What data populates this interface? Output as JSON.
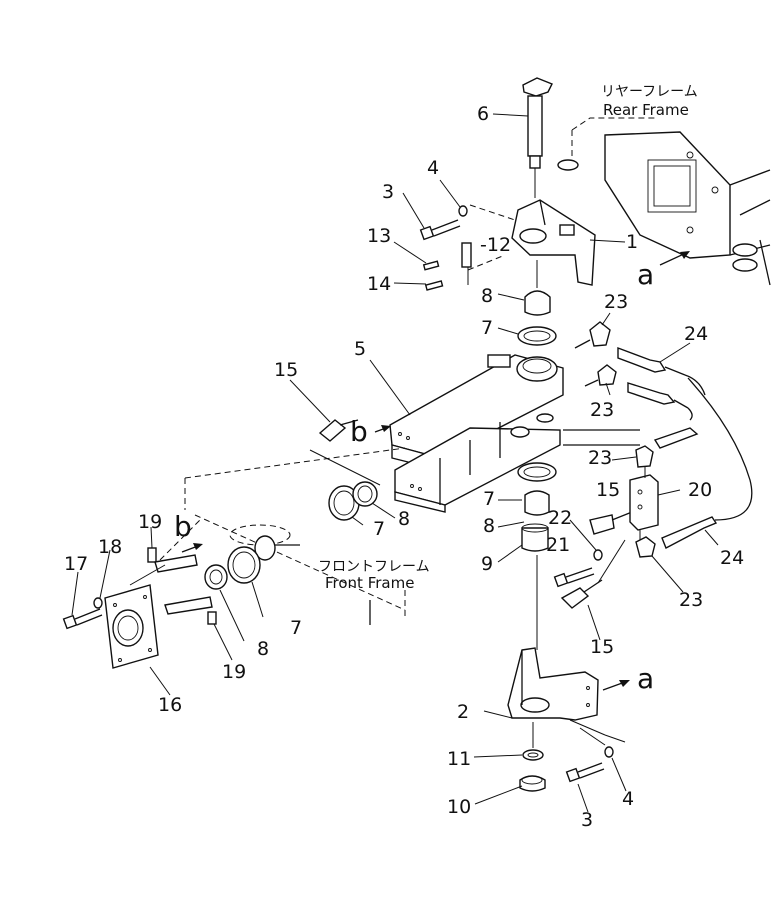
{
  "frames": {
    "rear_jp": "リヤーフレーム",
    "rear_en": "Rear Frame",
    "front_jp": "フロントフレーム",
    "front_en": "Front Frame"
  },
  "refs": {
    "a": "a",
    "b": "b"
  },
  "parts": {
    "p1": "1",
    "p2": "2",
    "p3_top": "3",
    "p3_bottom": "3",
    "p4_top": "4",
    "p4_bottom": "4",
    "p5": "5",
    "p6": "6",
    "p7_upper": "7",
    "p7_mid": "7",
    "p7_left": "7",
    "p7_lower": "7",
    "p8_upper": "8",
    "p8_mid": "8",
    "p8_left": "8",
    "p8_lower": "8",
    "p9": "9",
    "p10": "10",
    "p11": "11",
    "p12": "-12",
    "p13": "13",
    "p14": "14",
    "p15_left": "15",
    "p15_mid": "15",
    "p15_bottom": "15",
    "p16": "16",
    "p17": "17",
    "p18": "18",
    "p19_top": "19",
    "p19_bottom": "19",
    "p20": "20",
    "p21": "21",
    "p22": "22",
    "p23_a": "23",
    "p23_b": "23",
    "p23_c": "23",
    "p23_d": "23",
    "p24_top": "24",
    "p24_bottom": "24"
  }
}
